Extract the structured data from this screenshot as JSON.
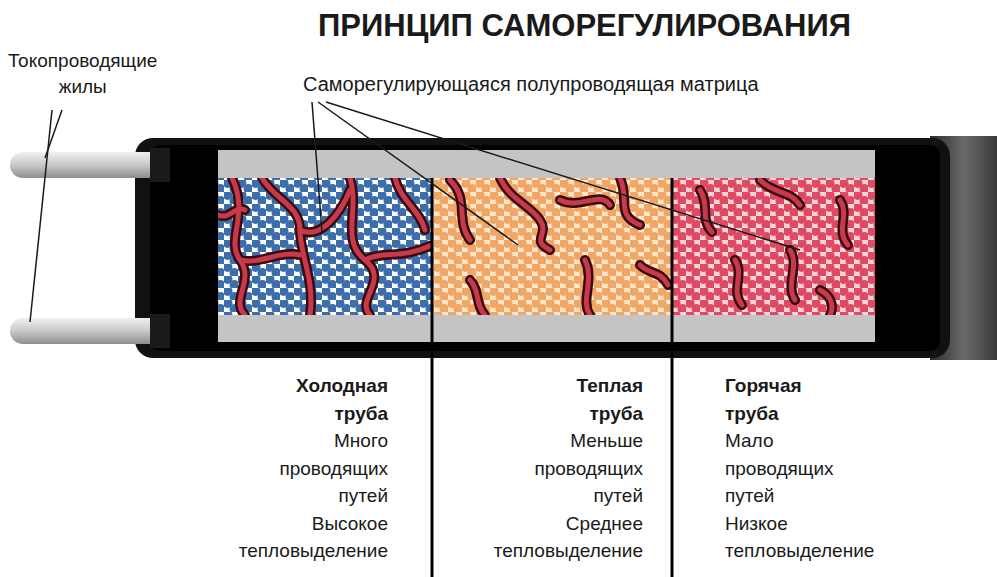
{
  "diagram": {
    "title": "ПРИНЦИП САМОРЕГУЛИРОВАНИЯ",
    "labels": [
      "Токопроводящие жилы",
      "Саморегулирующаяся полупроводящая матрица",
      "Холодная труба",
      "Много проводящих путей",
      "Высокое тепловыделение",
      "Теплая труба",
      "Меньше проводящих путей",
      "Среднее тепловыделение",
      "Горячая труба",
      "Мало проводящих путей",
      "Низкое тепловыделение"
    ]
  }
}
